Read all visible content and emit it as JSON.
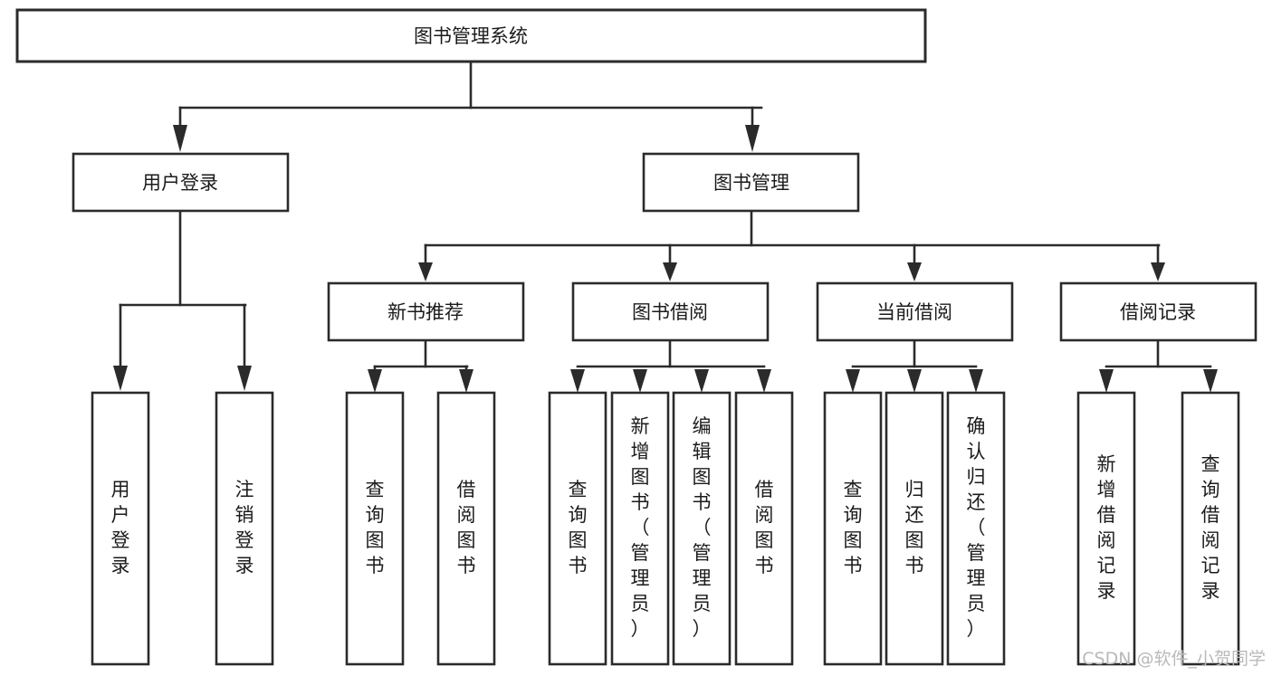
{
  "diagram": {
    "title": "图书管理系统",
    "type": "tree-structure-chart",
    "root": {
      "id": "root",
      "label": "图书管理系统"
    },
    "level2": [
      {
        "id": "user-login",
        "label": "用户登录"
      },
      {
        "id": "book-manage",
        "label": "图书管理"
      }
    ],
    "level3": [
      {
        "id": "new-book-recommend",
        "label": "新书推荐",
        "parent": "book-manage"
      },
      {
        "id": "book-borrow",
        "label": "图书借阅",
        "parent": "book-manage"
      },
      {
        "id": "current-borrow",
        "label": "当前借阅",
        "parent": "book-manage"
      },
      {
        "id": "borrow-record",
        "label": "借阅记录",
        "parent": "book-manage"
      }
    ],
    "leaves": {
      "user-login": [
        {
          "id": "leaf-user-login",
          "label": "用户登录"
        },
        {
          "id": "leaf-user-logout",
          "label": "注销登录"
        }
      ],
      "new-book-recommend": [
        {
          "id": "leaf-query-book-1",
          "label": "查询图书"
        },
        {
          "id": "leaf-borrow-book-1",
          "label": "借阅图书"
        }
      ],
      "book-borrow": [
        {
          "id": "leaf-query-book-2",
          "label": "查询图书"
        },
        {
          "id": "leaf-add-book",
          "label": "新增图书（管理员）"
        },
        {
          "id": "leaf-edit-book",
          "label": "编辑图书（管理员）"
        },
        {
          "id": "leaf-borrow-book-2",
          "label": "借阅图书"
        }
      ],
      "current-borrow": [
        {
          "id": "leaf-query-book-3",
          "label": "查询图书"
        },
        {
          "id": "leaf-return-book",
          "label": "归还图书"
        },
        {
          "id": "leaf-confirm-return",
          "label": "确认归还（管理员）"
        }
      ],
      "borrow-record": [
        {
          "id": "leaf-add-record",
          "label": "新增借阅记录"
        },
        {
          "id": "leaf-query-record",
          "label": "查询借阅记录"
        }
      ]
    },
    "colors": {
      "box_stroke": "#2b2b2b",
      "box_fill": "#ffffff",
      "text": "#1b1b1b",
      "connector": "#2b2b2b",
      "watermark": "#b9b9b9",
      "background": "#ffffff"
    }
  },
  "watermark": {
    "text": "CSDN @软件_小贺同学"
  }
}
